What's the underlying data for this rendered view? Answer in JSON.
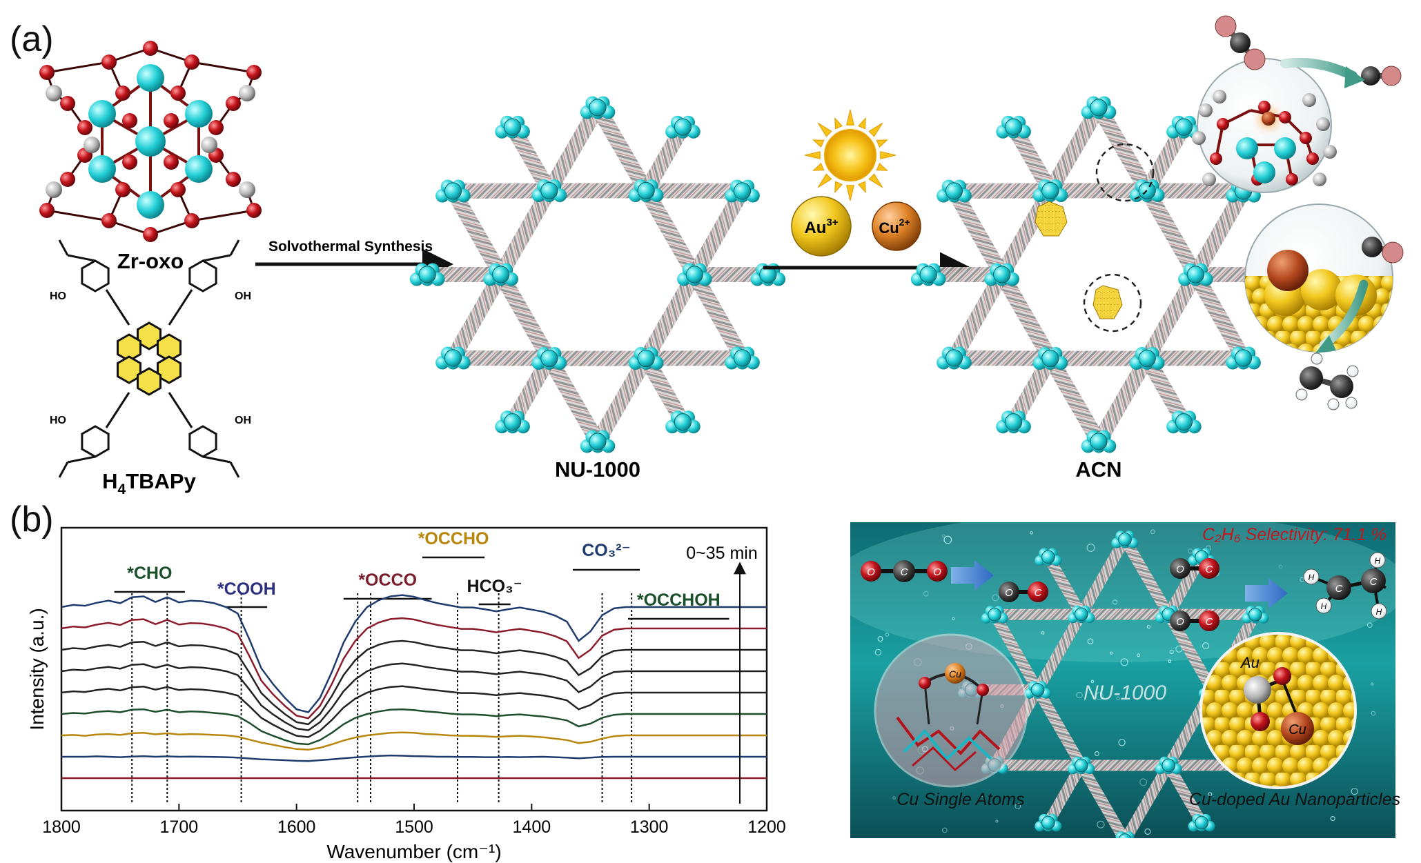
{
  "panel_a": {
    "label": "(a)",
    "zr_label": "Zr-oxo",
    "linker": {
      "main": "H",
      "sub": "4",
      "rest": "TBAPy"
    },
    "cooh_labels": [
      "HO",
      "OH",
      "HO",
      "OH"
    ],
    "arrow1": "Solvothermal Synthesis",
    "nu_label": "NU-1000",
    "au_ion": {
      "base": "Au",
      "sup": "3+"
    },
    "cu_ion": {
      "base": "Cu",
      "sup": "2+"
    },
    "acn_label": "ACN"
  },
  "panel_b": {
    "label": "(b)",
    "ylabel": "Intensity (a.u.)",
    "xlabel": "Wavenumber (cm⁻¹)",
    "time_label": "0~35 min",
    "annotations": [
      {
        "text": "*CHO",
        "color": "#1a4f2a"
      },
      {
        "text": "*COOH",
        "color": "#2b2f7e"
      },
      {
        "text": "*OCCO",
        "color": "#7a1d2a"
      },
      {
        "text": "*OCCHO",
        "color": "#b8860b"
      },
      {
        "text": "HCO₃⁻",
        "color": "#111111"
      },
      {
        "text": "CO₃²⁻",
        "color": "#1f3b6e"
      },
      {
        "text": "*OCCHOH",
        "color": "#1a4f2a"
      }
    ]
  },
  "chart_data": {
    "type": "line",
    "xlabel": "Wavenumber (cm⁻¹)",
    "ylabel": "Intensity (a.u.)",
    "xlim": [
      1800,
      1200
    ],
    "x_reversed": true,
    "xticks": [
      1800,
      1700,
      1600,
      1500,
      1400,
      1300,
      1200
    ],
    "grid": false,
    "legend": "none",
    "marker_lines": [
      1740,
      1710,
      1647,
      1548,
      1537,
      1463,
      1428,
      1340,
      1315,
      1222
    ],
    "x": [
      1800,
      1790,
      1780,
      1770,
      1760,
      1750,
      1740,
      1730,
      1720,
      1710,
      1700,
      1690,
      1680,
      1670,
      1660,
      1650,
      1640,
      1630,
      1620,
      1610,
      1600,
      1590,
      1580,
      1570,
      1560,
      1550,
      1540,
      1530,
      1520,
      1510,
      1500,
      1490,
      1480,
      1470,
      1460,
      1450,
      1440,
      1430,
      1420,
      1410,
      1400,
      1390,
      1380,
      1370,
      1360,
      1350,
      1340,
      1330,
      1320,
      1310,
      1300,
      1290,
      1280,
      1270,
      1260,
      1250,
      1240,
      1230,
      1220,
      1210,
      1200
    ],
    "series": [
      {
        "color": "#8b1a2b",
        "values": [
          0.0,
          0.0,
          0.0,
          0.0,
          0.0,
          0.0,
          0.0,
          0.0,
          0.0,
          0.0,
          0.0,
          0.0,
          0.0,
          0.0,
          0.0,
          0.0,
          0.0,
          0.0,
          0.0,
          0.0,
          0.0,
          0.0,
          0.0,
          0.0,
          0.0,
          0.0,
          0.0,
          0.0,
          0.0,
          0.0,
          0.0,
          0.0,
          0.0,
          0.0,
          0.0,
          0.0,
          0.0,
          0.0,
          0.0,
          0.0,
          0.0,
          0.0,
          0.0,
          0.0,
          0.0,
          0.0,
          0.0,
          0.0,
          0.0,
          0.0,
          0.0,
          0.0,
          0.0,
          0.0,
          0.0,
          0.0,
          0.0,
          0.0,
          0.0,
          0.0,
          0.0
        ]
      },
      {
        "color": "#1f3b6e",
        "values": [
          1.0,
          1.0,
          1.0,
          1.02,
          1.0,
          0.98,
          1.01,
          1.03,
          1.0,
          1.02,
          1.0,
          1.01,
          1.0,
          0.99,
          0.98,
          0.96,
          0.92,
          0.88,
          0.86,
          0.84,
          0.81,
          0.8,
          0.84,
          0.88,
          0.93,
          0.97,
          1.01,
          1.04,
          1.06,
          1.05,
          1.03,
          1.02,
          1.0,
          1.0,
          0.99,
          0.99,
          0.98,
          0.98,
          0.99,
          0.98,
          0.99,
          1.0,
          0.98,
          0.96,
          0.93,
          0.96,
          0.99,
          1.0,
          1.0,
          1.0,
          1.0,
          1.0,
          1.0,
          1.0,
          1.0,
          1.0,
          1.0,
          1.0,
          1.0,
          1.0,
          1.0
        ]
      },
      {
        "color": "#b8860b",
        "values": [
          2.0,
          2.02,
          1.98,
          2.04,
          2.06,
          2.02,
          2.1,
          2.12,
          2.05,
          2.1,
          2.04,
          2.06,
          2.05,
          2.02,
          2.0,
          1.94,
          1.8,
          1.66,
          1.56,
          1.45,
          1.36,
          1.33,
          1.42,
          1.58,
          1.76,
          1.9,
          2.0,
          2.06,
          2.12,
          2.14,
          2.12,
          2.06,
          2.04,
          2.0,
          1.98,
          1.98,
          1.96,
          1.93,
          1.96,
          1.98,
          1.95,
          1.91,
          1.85,
          1.78,
          1.64,
          1.7,
          1.85,
          1.96,
          2.0,
          2.0,
          2.0,
          2.0,
          2.0,
          2.0,
          2.0,
          2.0,
          2.0,
          2.0,
          2.0,
          2.0,
          2.0
        ]
      },
      {
        "color": "#1e4d2b",
        "values": [
          3.0,
          3.05,
          3.02,
          3.1,
          3.14,
          3.08,
          3.2,
          3.22,
          3.1,
          3.2,
          3.08,
          3.12,
          3.1,
          3.05,
          3.0,
          2.9,
          2.58,
          2.2,
          1.98,
          1.78,
          1.62,
          1.58,
          1.78,
          2.12,
          2.52,
          2.82,
          3.0,
          3.12,
          3.2,
          3.22,
          3.18,
          3.12,
          3.08,
          3.02,
          2.98,
          2.98,
          2.95,
          2.9,
          2.95,
          2.98,
          2.93,
          2.88,
          2.8,
          2.7,
          2.42,
          2.55,
          2.82,
          2.96,
          3.0,
          3.0,
          3.0,
          3.0,
          3.0,
          3.0,
          3.0,
          3.0,
          3.0,
          3.0,
          3.0,
          3.0,
          3.0
        ]
      },
      {
        "color": "#222222",
        "values": [
          4.0,
          4.06,
          4.03,
          4.12,
          4.18,
          4.1,
          4.25,
          4.28,
          4.14,
          4.26,
          4.12,
          4.16,
          4.14,
          4.08,
          4.0,
          3.86,
          3.36,
          2.82,
          2.5,
          2.22,
          1.98,
          1.92,
          2.22,
          2.72,
          3.3,
          3.72,
          4.0,
          4.16,
          4.26,
          4.3,
          4.24,
          4.16,
          4.1,
          4.04,
          3.98,
          3.98,
          3.94,
          3.88,
          3.94,
          3.98,
          3.92,
          3.86,
          3.76,
          3.64,
          3.22,
          3.42,
          3.78,
          3.96,
          4.0,
          4.0,
          4.0,
          4.0,
          4.0,
          4.0,
          4.0,
          4.0,
          4.0,
          4.0,
          4.0,
          4.0,
          4.0
        ]
      },
      {
        "color": "#222222",
        "values": [
          5.0,
          5.07,
          5.04,
          5.14,
          5.2,
          5.12,
          5.3,
          5.33,
          5.16,
          5.3,
          5.14,
          5.19,
          5.17,
          5.1,
          5.0,
          4.82,
          4.14,
          3.4,
          2.98,
          2.62,
          2.32,
          2.24,
          2.62,
          3.28,
          4.06,
          4.62,
          5.0,
          5.2,
          5.32,
          5.36,
          5.3,
          5.2,
          5.12,
          5.05,
          4.98,
          4.98,
          4.93,
          4.86,
          4.93,
          4.98,
          4.91,
          4.84,
          4.72,
          4.56,
          4.02,
          4.28,
          4.74,
          4.96,
          5.0,
          5.0,
          5.0,
          5.0,
          5.0,
          5.0,
          5.0,
          5.0,
          5.0,
          5.0,
          5.0,
          5.0,
          5.0
        ]
      },
      {
        "color": "#222222",
        "values": [
          6.0,
          6.08,
          6.04,
          6.16,
          6.23,
          6.14,
          6.35,
          6.38,
          6.18,
          6.35,
          6.16,
          6.22,
          6.2,
          6.12,
          6.0,
          5.78,
          4.92,
          3.98,
          3.45,
          3.0,
          2.62,
          2.52,
          3.0,
          3.84,
          4.82,
          5.52,
          6.0,
          6.24,
          6.38,
          6.42,
          6.36,
          6.24,
          6.14,
          6.06,
          5.98,
          5.98,
          5.92,
          5.84,
          5.92,
          5.98,
          5.9,
          5.82,
          5.68,
          5.48,
          4.82,
          5.14,
          5.7,
          5.95,
          6.0,
          6.0,
          6.0,
          6.0,
          6.0,
          6.0,
          6.0,
          6.0,
          6.0,
          6.0,
          6.0,
          6.0,
          6.0
        ]
      },
      {
        "color": "#8b1a2b",
        "values": [
          7.0,
          7.09,
          7.05,
          7.18,
          7.26,
          7.16,
          7.4,
          7.43,
          7.2,
          7.4,
          7.18,
          7.25,
          7.23,
          7.14,
          7.0,
          6.74,
          5.7,
          4.56,
          3.92,
          3.38,
          2.92,
          2.8,
          3.38,
          4.4,
          5.58,
          6.42,
          7.0,
          7.28,
          7.44,
          7.48,
          7.42,
          7.28,
          7.16,
          7.07,
          6.98,
          6.98,
          6.91,
          6.82,
          6.91,
          6.98,
          6.89,
          6.8,
          6.64,
          6.4,
          5.62,
          6.0,
          6.66,
          6.94,
          7.0,
          7.0,
          7.0,
          7.0,
          7.0,
          7.0,
          7.0,
          7.0,
          7.0,
          7.0,
          7.0,
          7.0,
          7.0
        ]
      },
      {
        "color": "#1f3b6e",
        "values": [
          8.0,
          8.1,
          8.06,
          8.2,
          8.3,
          8.18,
          8.46,
          8.5,
          8.24,
          8.46,
          8.22,
          8.3,
          8.27,
          8.18,
          8.0,
          7.7,
          6.48,
          5.14,
          4.4,
          3.76,
          3.22,
          3.08,
          3.76,
          4.96,
          6.34,
          7.32,
          8.0,
          8.32,
          8.5,
          8.56,
          8.48,
          8.32,
          8.18,
          8.08,
          7.98,
          7.98,
          7.9,
          7.8,
          7.9,
          7.98,
          7.88,
          7.78,
          7.6,
          7.32,
          6.42,
          6.86,
          7.62,
          7.94,
          8.0,
          8.0,
          8.0,
          8.0,
          8.0,
          8.0,
          8.0,
          8.0,
          8.0,
          8.0,
          8.0,
          8.0,
          8.0
        ]
      }
    ]
  },
  "panel_c": {
    "selectivity": "C₂H₆ Selectivity: 71.1 %",
    "nu_label": "NU-1000",
    "au": "Au",
    "cu": "Cu",
    "left_caption": "Cu Single Atoms",
    "right_caption": "Cu-doped Au Nanoparticles",
    "atom_O": "O",
    "atom_C": "C",
    "atom_H": "H"
  }
}
